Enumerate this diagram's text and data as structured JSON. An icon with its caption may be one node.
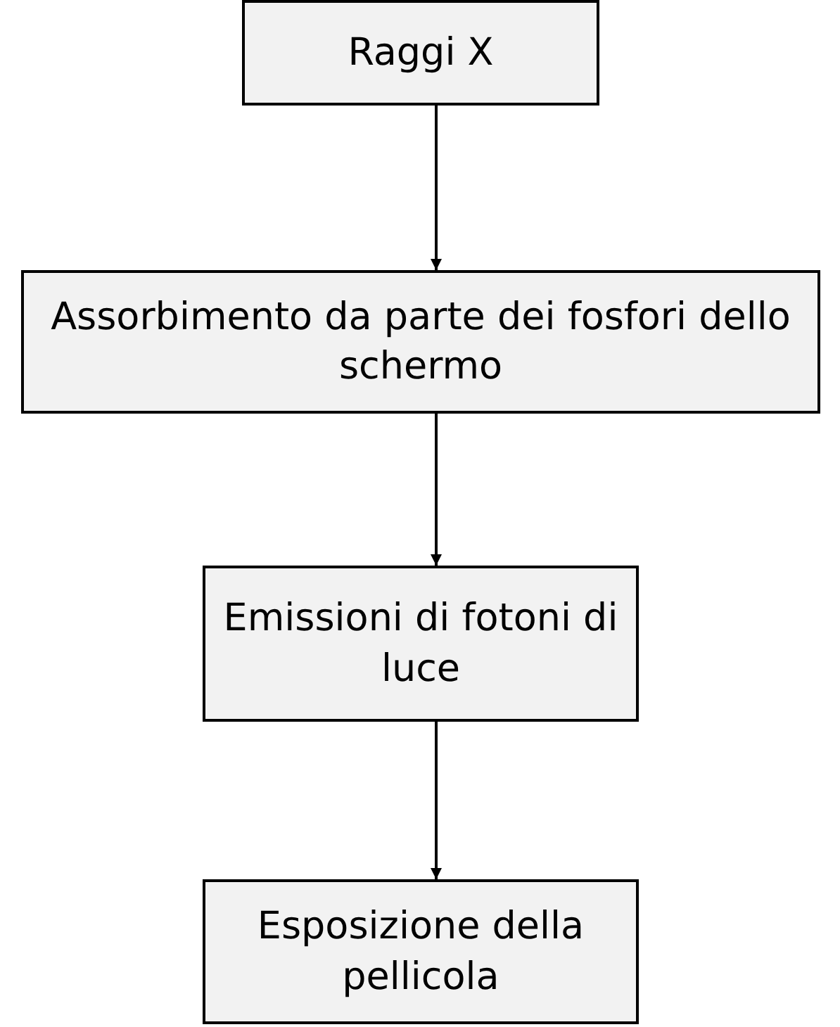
{
  "diagram": {
    "nodes": [
      {
        "text": [
          "Raggi X"
        ]
      },
      {
        "text": [
          "Assorbimento da parte dei fosfori dello schermo"
        ]
      },
      {
        "text": [
          "Emissioni di fotoni di luce"
        ]
      },
      {
        "text": [
          "Esposizione della pellicola"
        ]
      }
    ],
    "edges": [
      {
        "from": 0,
        "to": 1,
        "arrow": "to"
      },
      {
        "from": 1,
        "to": 2,
        "arrow": "to"
      },
      {
        "from": 2,
        "to": 3,
        "arrow": "to"
      }
    ]
  }
}
